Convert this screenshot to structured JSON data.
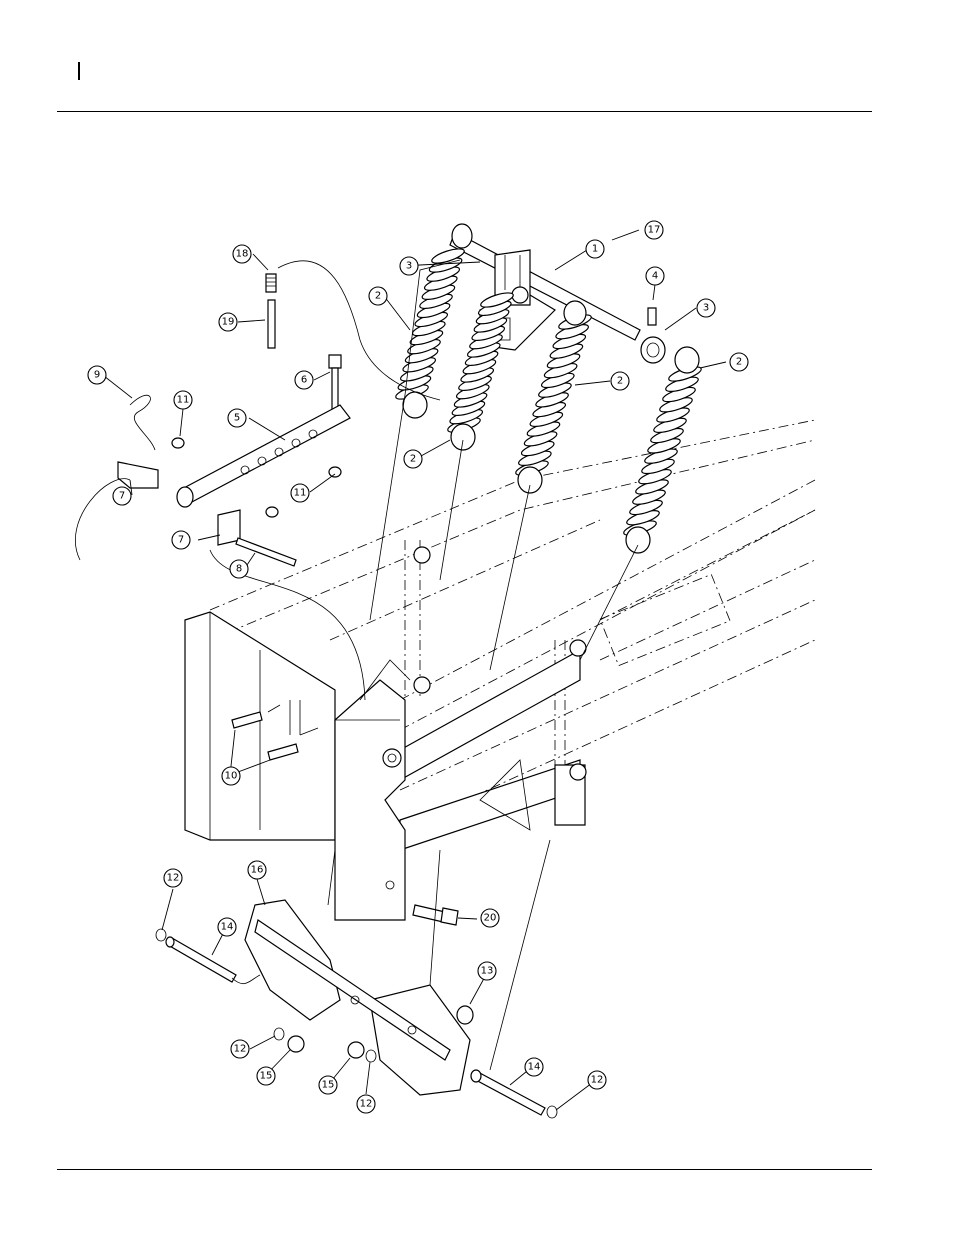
{
  "callouts": [
    {
      "id": "c1",
      "number": "1"
    },
    {
      "id": "c2a",
      "number": "2"
    },
    {
      "id": "c2b",
      "number": "2"
    },
    {
      "id": "c2c",
      "number": "2"
    },
    {
      "id": "c2d",
      "number": "2"
    },
    {
      "id": "c3a",
      "number": "3"
    },
    {
      "id": "c3b",
      "number": "3"
    },
    {
      "id": "c4",
      "number": "4"
    },
    {
      "id": "c5",
      "number": "5"
    },
    {
      "id": "c6",
      "number": "6"
    },
    {
      "id": "c7a",
      "number": "7"
    },
    {
      "id": "c7b",
      "number": "7"
    },
    {
      "id": "c8",
      "number": "8"
    },
    {
      "id": "c9",
      "number": "9"
    },
    {
      "id": "c10",
      "number": "10"
    },
    {
      "id": "c11a",
      "number": "11"
    },
    {
      "id": "c11b",
      "number": "11"
    },
    {
      "id": "c12a",
      "number": "12"
    },
    {
      "id": "c12b",
      "number": "12"
    },
    {
      "id": "c12c",
      "number": "12"
    },
    {
      "id": "c12d",
      "number": "12"
    },
    {
      "id": "c13",
      "number": "13"
    },
    {
      "id": "c14a",
      "number": "14"
    },
    {
      "id": "c14b",
      "number": "14"
    },
    {
      "id": "c15a",
      "number": "15"
    },
    {
      "id": "c15b",
      "number": "15"
    },
    {
      "id": "c16",
      "number": "16"
    },
    {
      "id": "c17",
      "number": "17"
    },
    {
      "id": "c18",
      "number": "18"
    },
    {
      "id": "c19",
      "number": "19"
    },
    {
      "id": "c20",
      "number": "20"
    }
  ]
}
